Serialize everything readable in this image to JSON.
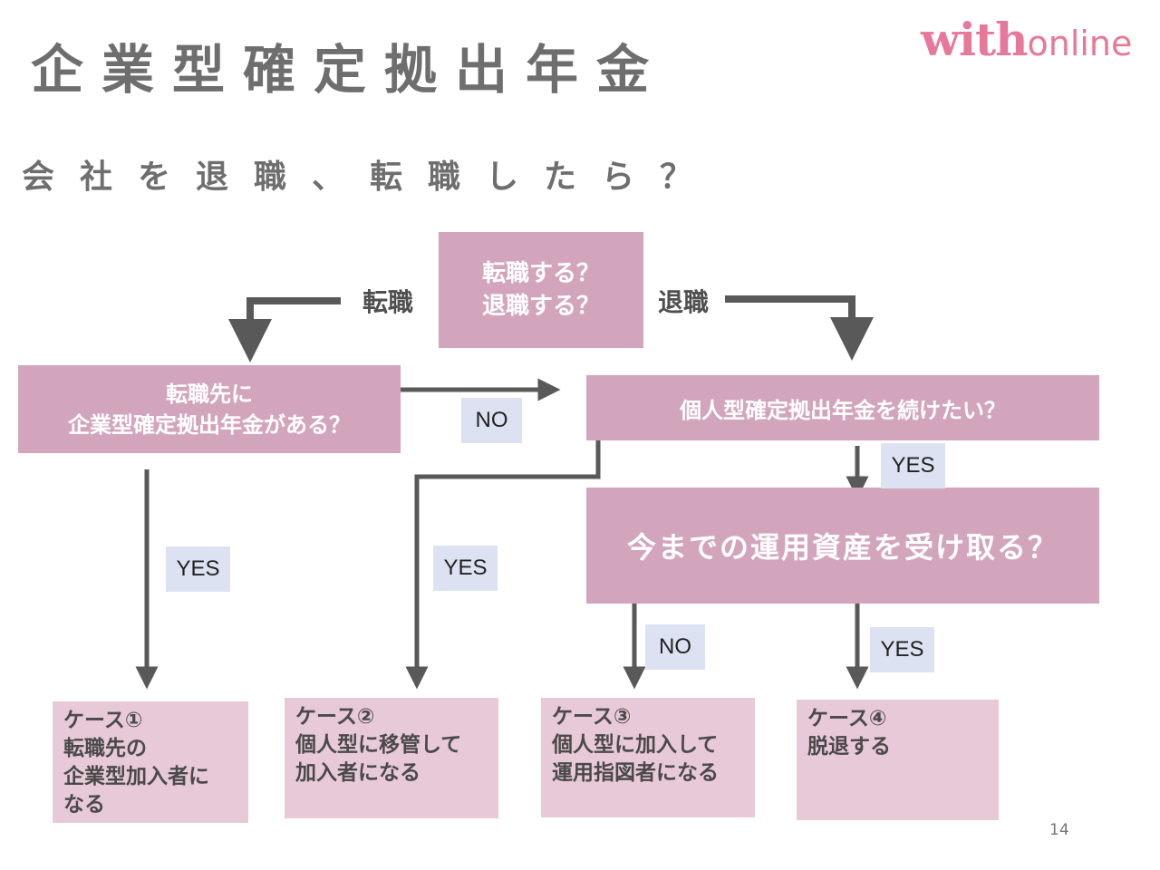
{
  "title": "企業型確定拠出年金",
  "subtitle": "会社を退職、転職したら？",
  "logo": {
    "brand": "with",
    "suffix": "online"
  },
  "page_number": "14",
  "colors": {
    "node": "#d3a5bd",
    "outcome": "#e8c9d8",
    "tag": "#dde2f3",
    "arrow": "#595959",
    "logo": "#e8789a"
  },
  "nodes": {
    "start": "転職する？\n退職する？",
    "q_new_company": "転職先に\n企業型確定拠出年金がある？",
    "q_individual": "個人型確定拠出年金を続けたい？",
    "q_receive": "今までの運用資産を受け取る？"
  },
  "branch_labels": {
    "tenshoku": "転職",
    "taishoku": "退職"
  },
  "answers": {
    "no_to_individual": "NO",
    "yes_continue": "YES",
    "yes_case1": "YES",
    "yes_case2": "YES",
    "no_case3": "NO",
    "yes_case4": "YES"
  },
  "cases": {
    "case1": "ケース①\n転職先の\n企業型加入者に\nなる",
    "case2": "ケース②\n個人型に移管して\n加入者になる",
    "case3": "ケース③\n個人型に加入して\n運用指図者になる",
    "case4": "ケース④\n脱退する"
  }
}
